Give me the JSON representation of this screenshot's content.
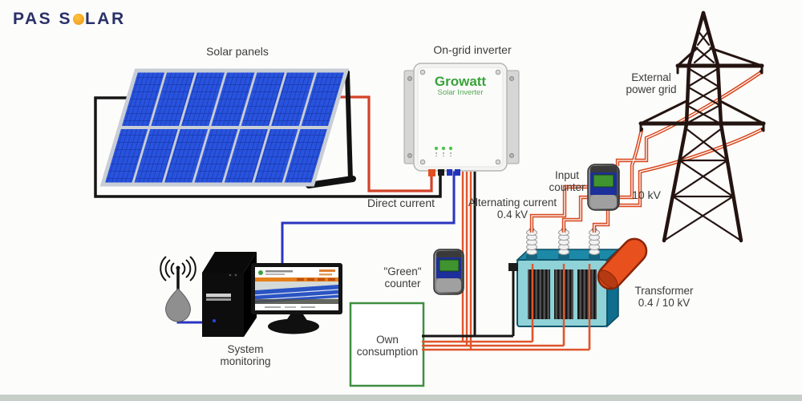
{
  "logo": {
    "text_left": "PAS S",
    "text_right": "LAR",
    "dot_color": "#ef9416",
    "text_color": "#2a3168"
  },
  "labels": {
    "solar_panels": "Solar panels",
    "inverter": "On-grid inverter",
    "external_grid": {
      "line1": "External",
      "line2": "power grid"
    },
    "direct_current": "Direct current",
    "alternating_current": {
      "line1": "Alternating current",
      "line2": "0.4 kV"
    },
    "input_counter": {
      "line1": "Input",
      "line2": "counter"
    },
    "kv_10": "10 kV",
    "green_counter": {
      "line1": "\"Green\"",
      "line2": "counter"
    },
    "own_consumption": {
      "line1": "Own",
      "line2": "consumption"
    },
    "system_monitoring": {
      "line1": "System",
      "line2": "monitoring"
    },
    "transformer": {
      "line1": "Transformer",
      "line2": "0.4 / 10 kV"
    }
  },
  "inverter": {
    "brand": "Growatt",
    "model_line": "Solar Inverter"
  },
  "colors": {
    "dc_wire_red": "#d2422a",
    "dc_wire_black": "#151515",
    "monitor_wire_blue": "#2a35c0",
    "ac_wire_orange": "#e0552c",
    "growatt_green": "#3aa33a",
    "own_consumption_border": "#3e8e41",
    "transformer_teal": "#8fd2d8",
    "panel_blue": "#2853de",
    "tower_dark": "#241410"
  }
}
